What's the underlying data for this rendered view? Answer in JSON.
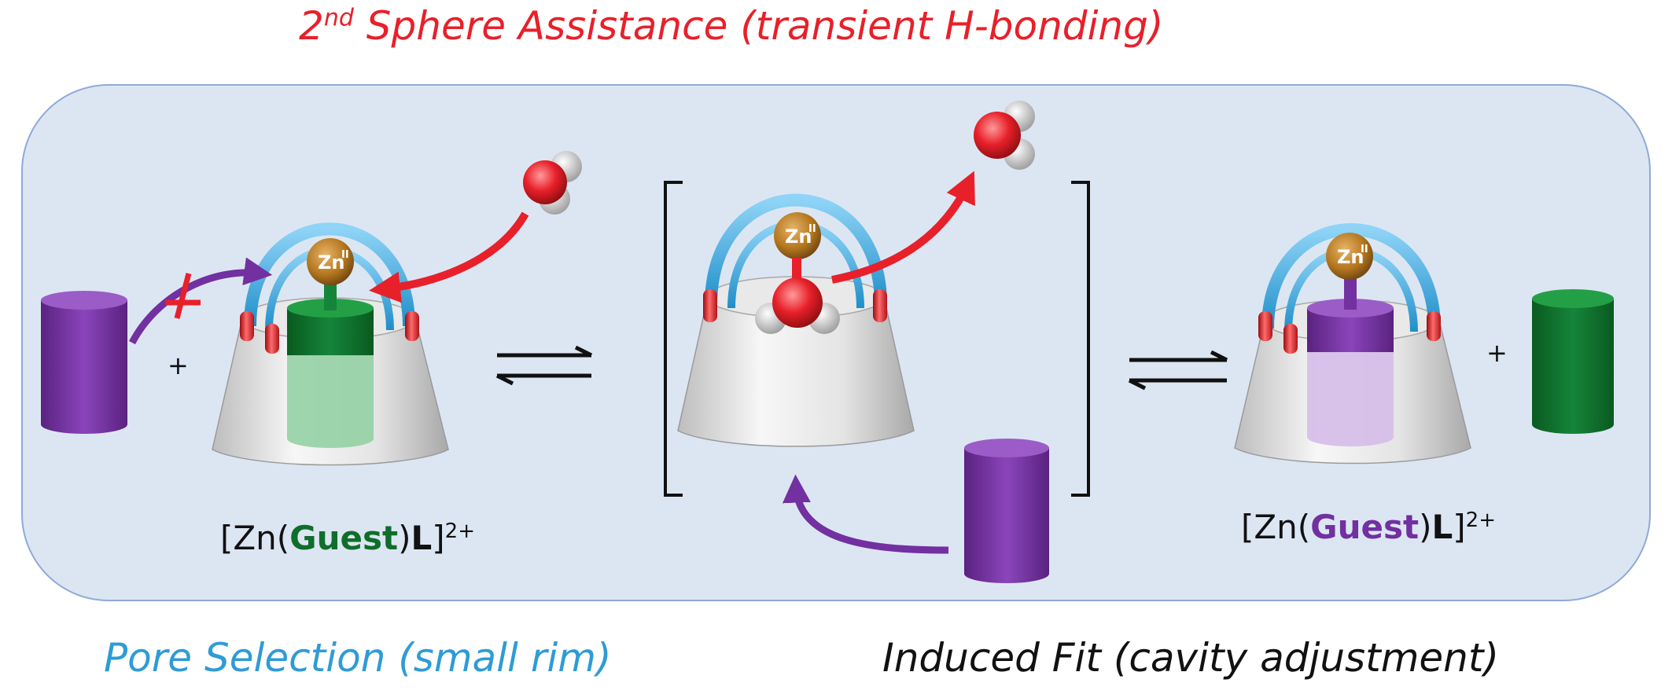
{
  "titles": {
    "top_main": "Sphere Assistance (transient H-bonding)",
    "top_num": "2",
    "top_sup": "nd",
    "bottom_left": "Pore Selection (small rim)",
    "bottom_right": "Induced Fit (cavity adjustment)"
  },
  "formula_left": {
    "open": "[Zn(",
    "guest": "Guest",
    "close": ")",
    "ligand": "L",
    "end": "]",
    "charge": "2+"
  },
  "formula_right": {
    "open": "[Zn(",
    "guest": "Guest",
    "close": ")",
    "ligand": "L",
    "end": "]",
    "charge": "2+"
  },
  "plus_sign": "+",
  "zn_label": {
    "base": "Zn",
    "ox": "II"
  },
  "colors": {
    "panel": "#dce6f3",
    "panel_border": "#8faad7",
    "red": "#e8202a",
    "blue": "#2f9bd6",
    "green_guest": "#0f6e2a",
    "purple_guest": "#7230a0",
    "zn": "#b5771e"
  }
}
